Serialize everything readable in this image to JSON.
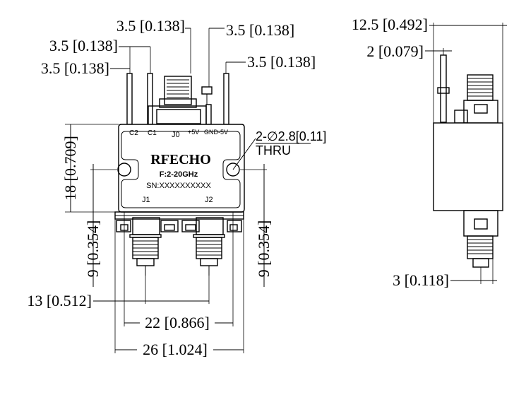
{
  "dimensions": {
    "pin_pitch_top_1": "3.5 [0.138]",
    "pin_pitch_top_2": "3.5 [0.138]",
    "pin_pitch_left_1": "3.5 [0.138]",
    "pin_pitch_left_2": "3.5 [0.138]",
    "pin_pitch_right": "3.5 [0.138]",
    "body_height": "18 [0.709]",
    "mount_hole_left": "9 [0.354]",
    "mount_hole_right": "9 [0.354]",
    "port_spacing": "13 [0.512]",
    "hole_spacing": "22 [0.866]",
    "body_width": "26 [1.024]",
    "side_depth": "12.5 [0.492]",
    "side_pin_offset": "2 [0.079]",
    "side_bottom_offset": "3 [0.118]"
  },
  "holes": {
    "label": "2-∅2.8[0.11]",
    "note": "THRU"
  },
  "device": {
    "brand": "RFECHO",
    "frequency": "F:2-20GHz",
    "serial": "SN:XXXXXXXXXX",
    "pin_labels": [
      "C2",
      "C1",
      "+5V",
      "GND",
      "-5V"
    ],
    "port_top": "J0",
    "port_left": "J1",
    "port_right": "J2"
  }
}
